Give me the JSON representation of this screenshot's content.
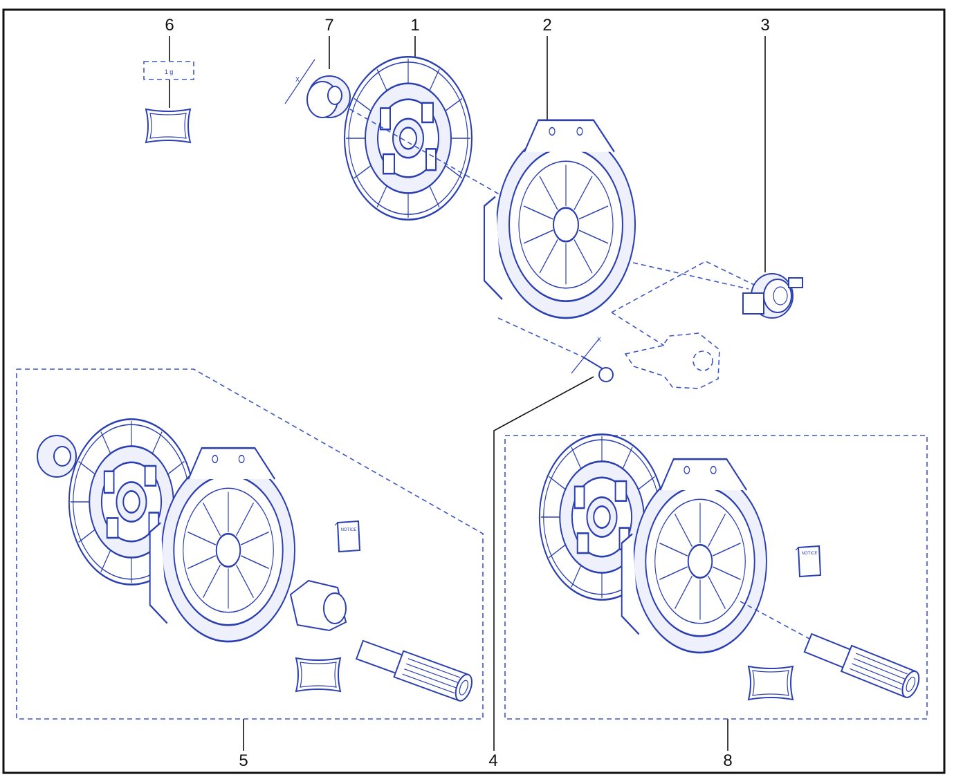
{
  "diagram": {
    "callouts": {
      "c1": "1",
      "c2": "2",
      "c3": "3",
      "c4": "4",
      "c5": "5",
      "c6": "6",
      "c7": "7",
      "c8": "8"
    },
    "grease_qty": "1 g",
    "dimension_x_1": "X",
    "dimension_x_2": "X",
    "notice_1": "NOTICE",
    "notice_2": "NOTICE"
  },
  "colors": {
    "line": "#2b3fb0",
    "frame": "#111111",
    "fill": "#eef1fb"
  }
}
